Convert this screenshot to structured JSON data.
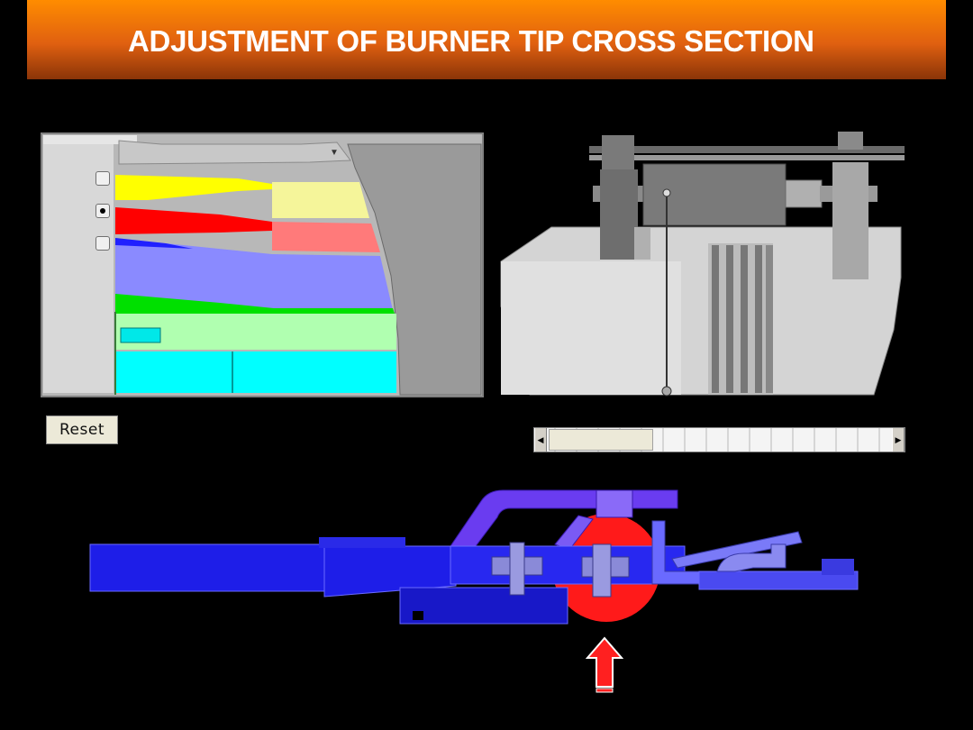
{
  "header": {
    "title": "ADJUSTMENT OF BURNER TIP CROSS SECTION"
  },
  "controls": {
    "reset_label": "Reset",
    "selected_option": 2,
    "options_count": 3
  },
  "scrollbar": {
    "position": 0.0
  },
  "colors": {
    "banner_top": "#ff8c00",
    "banner_bottom": "#8a3408",
    "yellow_layer": "#ffff00",
    "red_layer": "#ff0000",
    "blue_layer": "#8a8aff",
    "green_layer": "#00e000",
    "light_green_layer": "#b0ffb0",
    "cyan_layer": "#00ffff",
    "burner_blue": "#1e1ee8",
    "highlight_red": "#ff1a1a"
  },
  "icons": {
    "left": "triangle-left",
    "right": "triangle-right",
    "pointer": "up-arrow"
  }
}
